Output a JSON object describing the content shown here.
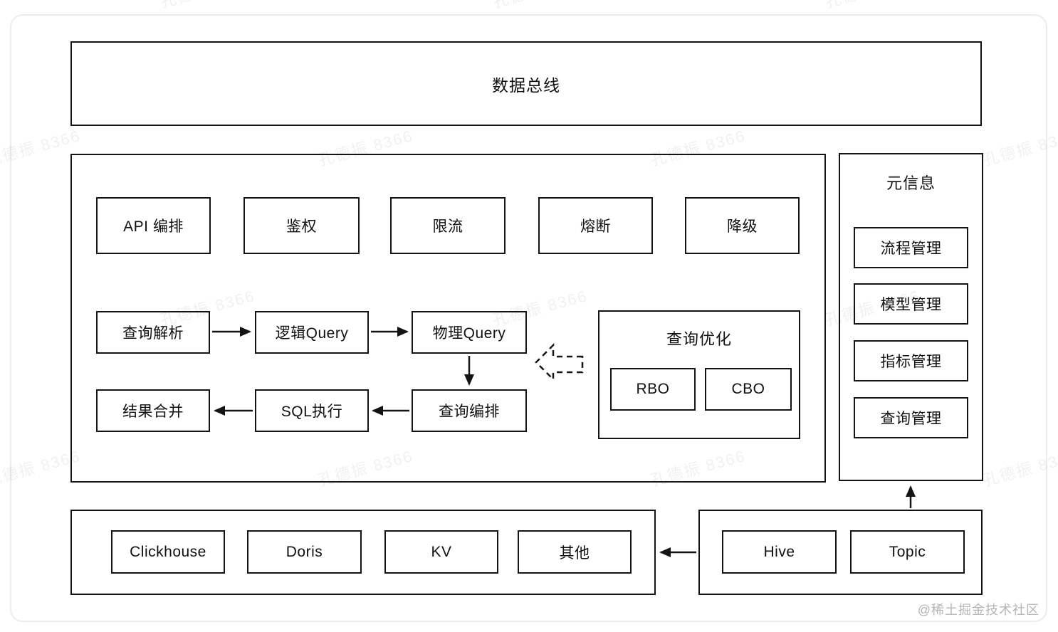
{
  "data_bus": {
    "label": "数据总线"
  },
  "query_layer": {
    "gateway": [
      "API 编排",
      "鉴权",
      "限流",
      "熔断",
      "降级"
    ],
    "parse_flow": [
      "查询解析",
      "逻辑Query",
      "物理Query"
    ],
    "exec_flow": [
      "结果合并",
      "SQL执行",
      "查询编排"
    ],
    "optimizer": {
      "title": "查询优化",
      "items": [
        "RBO",
        "CBO"
      ]
    }
  },
  "meta_info": {
    "title": "元信息",
    "items": [
      "流程管理",
      "模型管理",
      "指标管理",
      "查询管理"
    ]
  },
  "storage_engines": {
    "items": [
      "Clickhouse",
      "Doris",
      "KV",
      "其他"
    ]
  },
  "data_sources": {
    "items": [
      "Hive",
      "Topic"
    ]
  },
  "watermark": {
    "tile_text": "孔德振 8366",
    "attribution": "@稀土掘金技术社区"
  },
  "colors": {
    "box_border": "#141414",
    "background": "#ffffff",
    "card_border": "#ececec",
    "watermark_text": "rgba(0,0,0,0.06)",
    "attribution_text": "#b5b5b5"
  }
}
